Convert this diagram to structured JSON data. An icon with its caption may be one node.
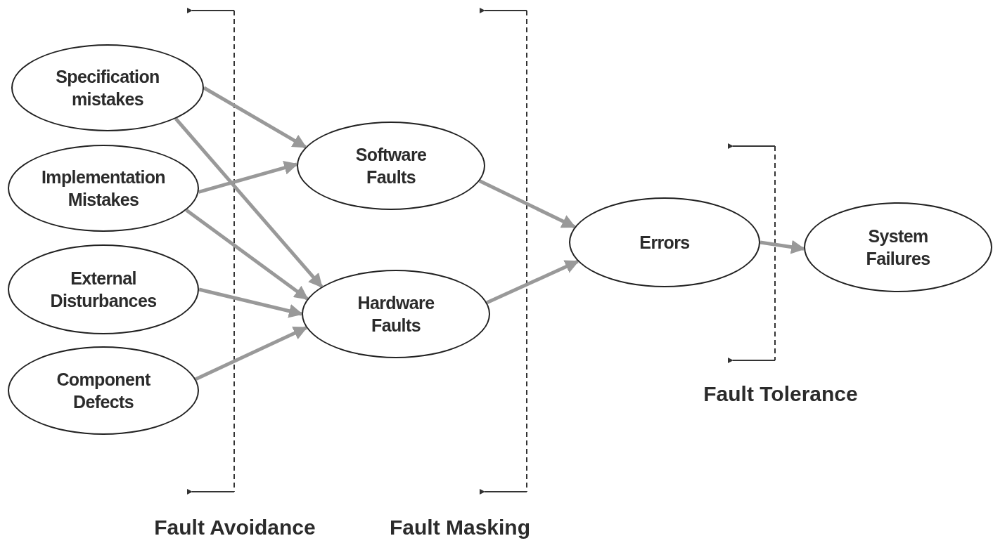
{
  "diagram": {
    "nodes": [
      {
        "text": [
          "Specification mistakes"
        ]
      },
      {
        "text": [
          "Implementation Mistakes"
        ]
      },
      {
        "text": [
          "External Disturbances"
        ]
      },
      {
        "text": [
          "Component Defects"
        ]
      },
      {
        "text": [
          "Software Faults"
        ]
      },
      {
        "text": [
          "Hardware Faults"
        ]
      },
      {
        "text": [
          "Errors"
        ]
      },
      {
        "text": [
          "System Failures"
        ]
      }
    ],
    "edges": [
      {
        "from": 0,
        "to": 4,
        "arrow": "to"
      },
      {
        "from": 0,
        "to": 5,
        "arrow": "to"
      },
      {
        "from": 1,
        "to": 4,
        "arrow": "to"
      },
      {
        "from": 1,
        "to": 5,
        "arrow": "to"
      },
      {
        "from": 2,
        "to": 5,
        "arrow": "to"
      },
      {
        "from": 3,
        "to": 5,
        "arrow": "to"
      },
      {
        "from": 4,
        "to": 6,
        "arrow": "to"
      },
      {
        "from": 5,
        "to": 6,
        "arrow": "to"
      },
      {
        "from": 6,
        "to": 7,
        "arrow": "to"
      }
    ],
    "labels": [
      "Fault Tolerance",
      "Fault Avoidance",
      "Fault Masking"
    ]
  }
}
